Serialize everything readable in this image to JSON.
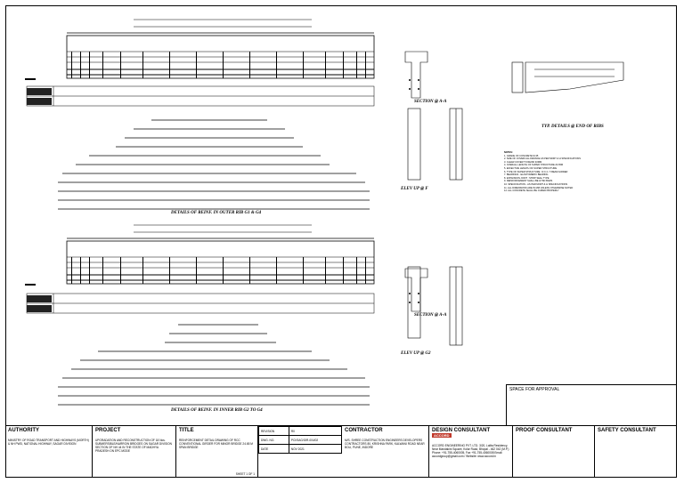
{
  "drawings": {
    "outer_caption": "DETAILS OF REINF. IN OUTER RIB G1 & G4",
    "inner_caption": "DETAILS OF REINF. IN INNER RIB G2 TO G4",
    "section_aa_top": "SECTION @ A-A",
    "elev_top": "ELEV UP @ F",
    "section_aa_bottom": "SECTION @ A-A",
    "elev_bottom": "ELEV UP @ G2",
    "typ_details": "TYP. DETAILS @ END OF RIBS"
  },
  "notes": {
    "title": "NOTES:",
    "items": [
      "1.  GRADE OF CONCRETE M-35",
      "2.  SIZE OF COVER/ ALLOWANCE AS PER MORT & H SPECIFICATIONS",
      "3.  CLEAR COVER TO REINF 40MM",
      "4.  OVERALL LENGTH OF SUPER STRUCTURE 24.65M",
      "5.  EFFECTIVE LENGTH OF SUPER STRUCTURE",
      "6.  TYPE OF SUPER STRUCTURE : R.C.C. T-BEAM GIRDER",
      "7.  BEARINGS : ELASTOMERIC BEARING",
      "8.  EXPANSION JOINT : STRIP SEAL TYPE",
      "9.  REINFORCEMENT SHALL BE HYSD BARS",
      "10. SPECIFICATION - AS PER MORT & H SPECIFICATIONS",
      "11. ALL DIMENSIONS ARE IN MM UNLESS OTHERWISE NOTED",
      "12. ALL CONCRETE SHALL BE CURED PROPERLY"
    ]
  },
  "approval": {
    "label": "SPACE FOR APPROVAL"
  },
  "title_block": {
    "authority_label": "AUTHORITY",
    "authority_text": "MINISTRY OF ROAD TRANSPORT AND HIGHWAYS (MORTH) & NH PWD, NATIONAL HIGHWAY, SAGAR DIVISION",
    "project_label": "PROJECT",
    "project_text": "UPGRADATION AND RECONSTRUCTION OF 18 Nos. SUBMERSIBLE/NARROW BRIDGES ON SAGAR DIVISION SECTION OF NH 44 IN THE STATE OF MADHYA PRADESH ON EPC MODE",
    "title_label": "TITLE",
    "title_text": "REINFORCEMENT DETAIL DRAWING OF RCC CONVENTIONAL GIRDER FOR MINOR BRIDGE 24.65 M SPAN BRIDGE",
    "sheet": "SHEET 1 OF 1",
    "revision_label": "REVISION",
    "revision_value": "R0",
    "dwg_no_label": "DWG. NO.",
    "dwg_no_value": "PCI/SAG/GIR-004/02",
    "date_label": "DATE",
    "date_value": "NOV 2021",
    "contractor_label": "CONTRACTOR",
    "contractor_text": "M/S. SHREE CONSTRUCTION ENGINEERS DEVELOPERS CONTRACTORS 80, KRISHNA PARK, KALWANI ROAD NEAR BOLI, PUNE, INDORE",
    "design_label": "DESIGN CONSULTANT",
    "design_logo": "ACCORD",
    "design_text": "ACCORD ENGINEERING PVT. LTD. 3/20, Lalita Residency, Near Mandakini Square, Kolar Road, Bhopal - 462 042 (M.P.) Phone: +91-755-4060005, Fax +91-755-4060008 Email: accordgroup@gmail.com / Website: www.accord.in",
    "proof_label": "PROOF CONSULTANT",
    "safety_label": "SAFETY CONSULTANT"
  }
}
